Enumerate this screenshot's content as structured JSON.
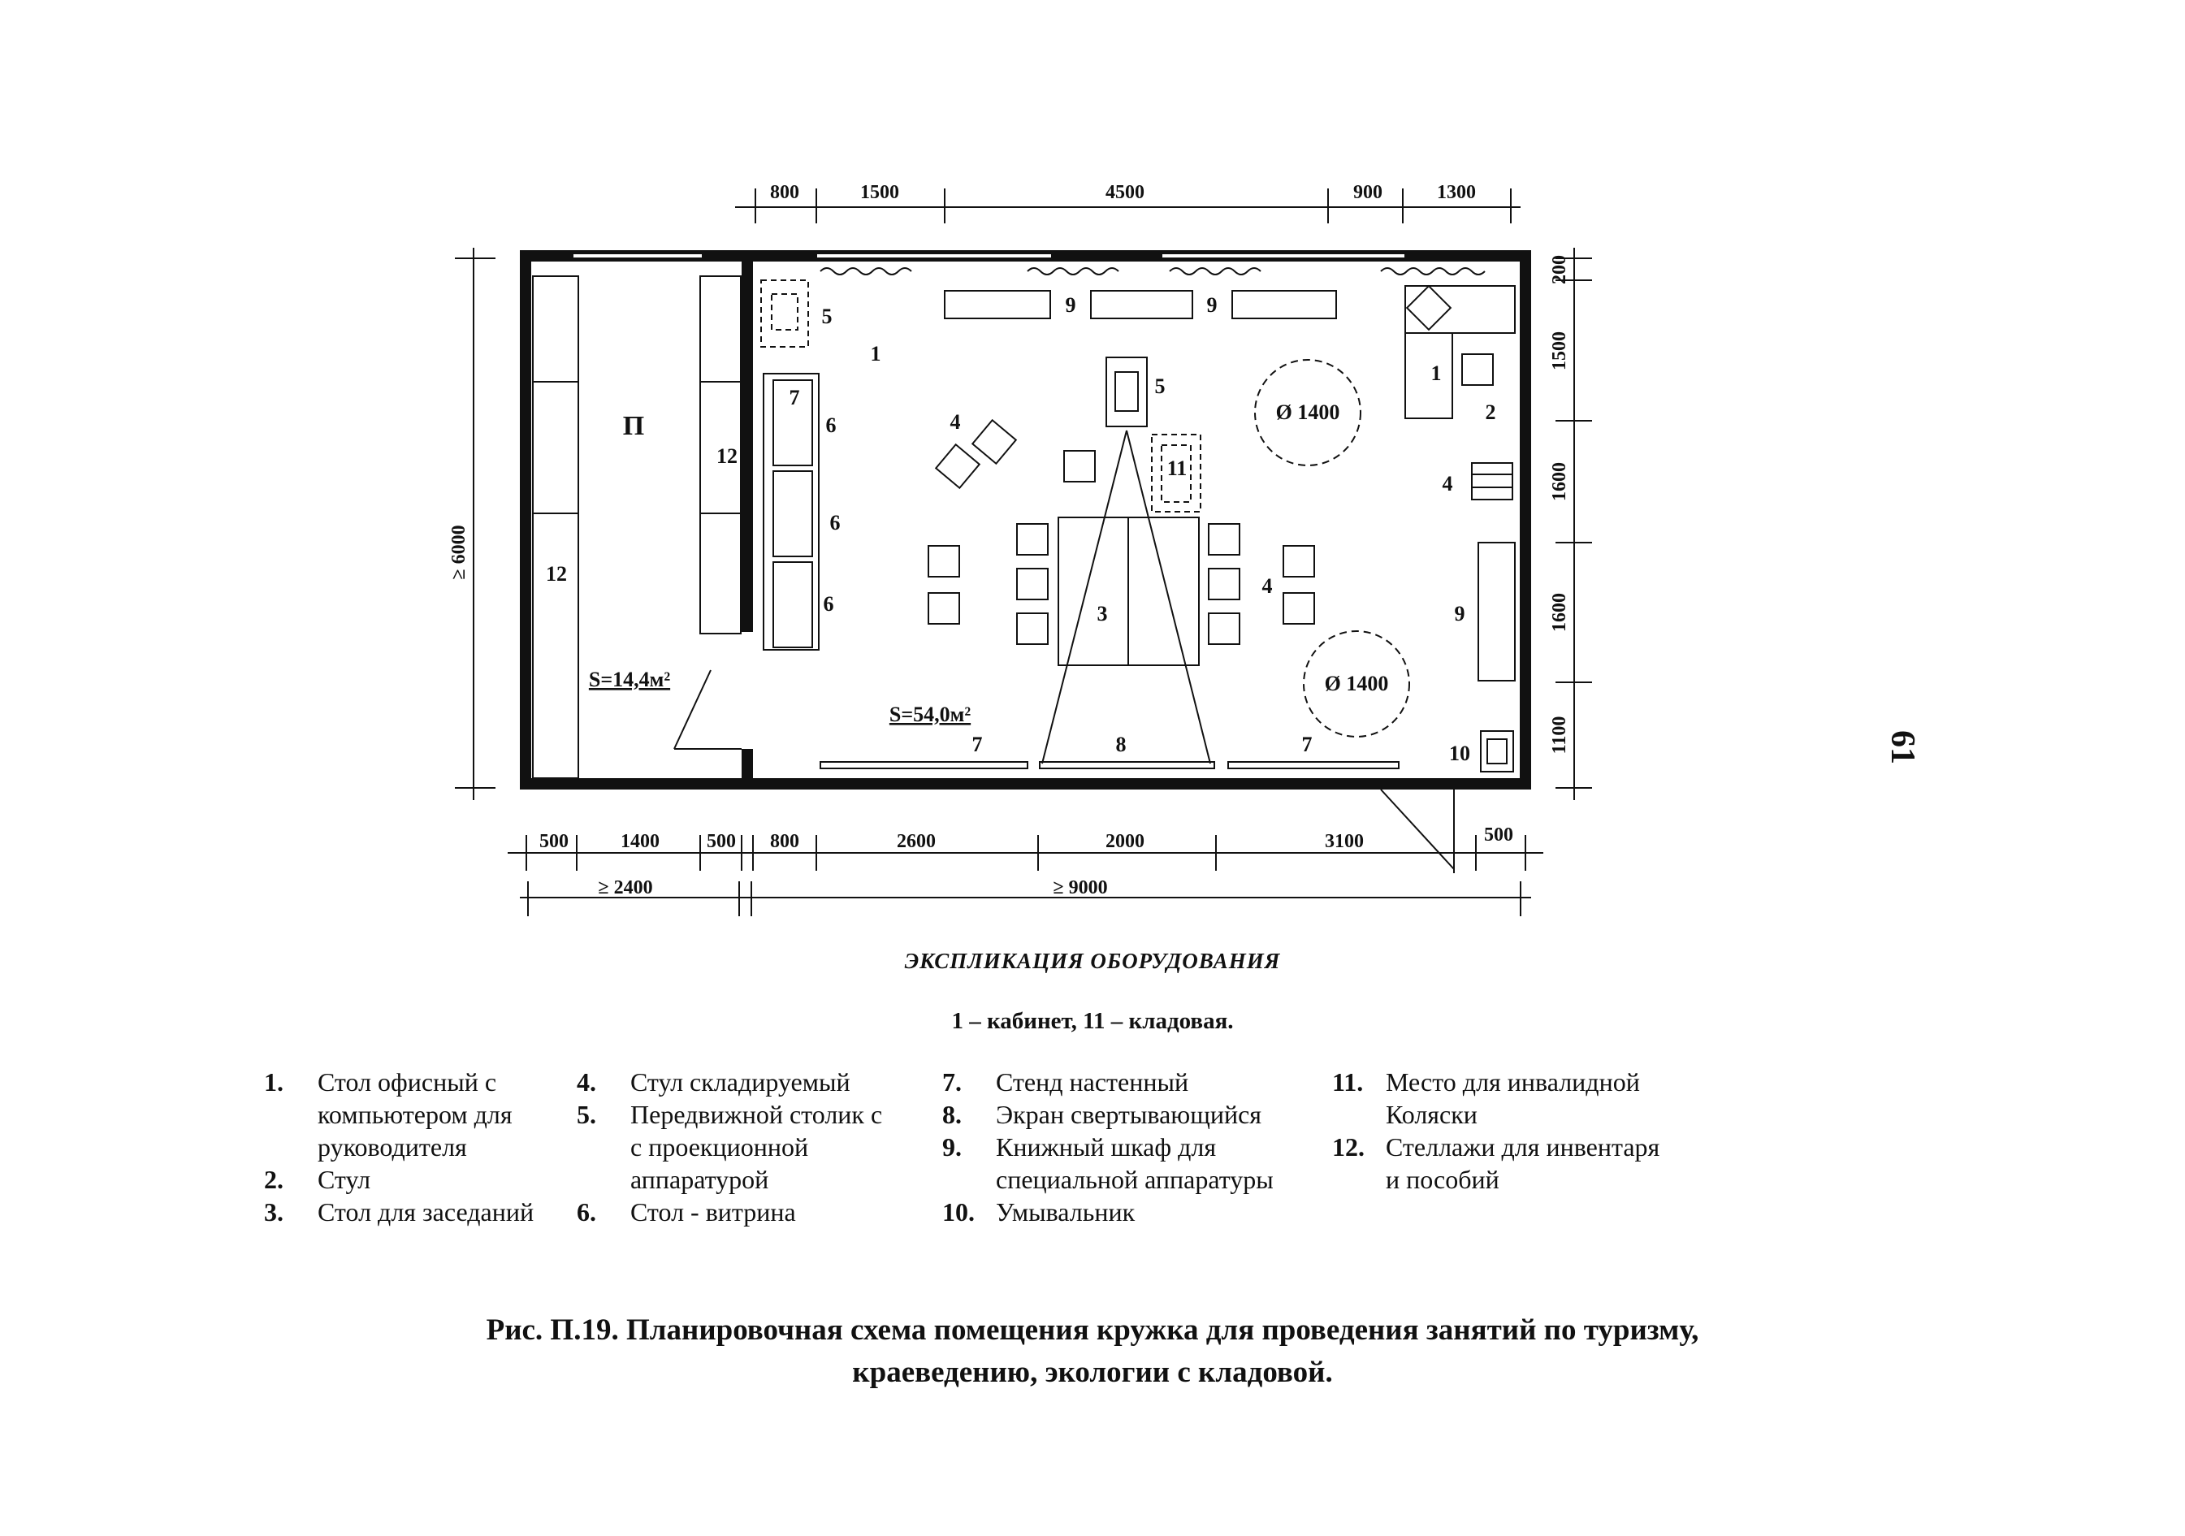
{
  "diagram": {
    "dims_top": [
      "800",
      "1500",
      "4500",
      "900",
      "1300"
    ],
    "dims_bottom": [
      "500",
      "1400",
      "500",
      "800",
      "2600",
      "2000",
      "3100",
      "500"
    ],
    "dims_total": [
      "≥ 2400",
      "≥ 9000"
    ],
    "dim_left": "≥ 6000",
    "dims_right": [
      "200",
      "1500",
      "1600",
      "1600",
      "1100"
    ],
    "room_p": "П",
    "area_small": "S=14,4м²",
    "area_main": "S=54,0м²",
    "circle_dia": "Ø 1400",
    "labels": {
      "n1": "1",
      "n2": "2",
      "n3": "3",
      "n4": "4",
      "n5": "5",
      "n6": "6",
      "n7": "7",
      "n8": "8",
      "n9": "9",
      "n10": "10",
      "n11": "11",
      "n12": "12"
    }
  },
  "explication": {
    "title": "ЭКСПЛИКАЦИЯ ОБОРУДОВАНИЯ",
    "subtitle": "1 – кабинет, 11 – кладовая."
  },
  "legend": {
    "col1": [
      {
        "num": "1.",
        "text": "Стол офисный с\nкомпьютером для\nруководителя"
      },
      {
        "num": "2.",
        "text": "Стул"
      },
      {
        "num": "3.",
        "text": "Стол для заседаний"
      }
    ],
    "col2": [
      {
        "num": "4.",
        "text": "Стул складируемый"
      },
      {
        "num": "5.",
        "text": "Передвижной столик с\nс проекционной\nаппаратурой"
      },
      {
        "num": "6.",
        "text": "Стол - витрина"
      }
    ],
    "col3": [
      {
        "num": "7.",
        "text": "Стенд настенный"
      },
      {
        "num": "8.",
        "text": "Экран свертывающийся"
      },
      {
        "num": "9.",
        "text": "Книжный шкаф для\nспециальной аппаратуры"
      },
      {
        "num": "10.",
        "text": "Умывальник"
      }
    ],
    "col4": [
      {
        "num": "11.",
        "text": "Место для инвалидной\nКоляски"
      },
      {
        "num": "12.",
        "text": "Стеллажи для инвентаря\nи пособий"
      }
    ]
  },
  "caption": {
    "line1": "Рис. П.19.  Планировочная схема помещения кружка для проведения занятий по туризму,",
    "line2": "краеведению, экологии с кладовой."
  },
  "page_number": "61"
}
